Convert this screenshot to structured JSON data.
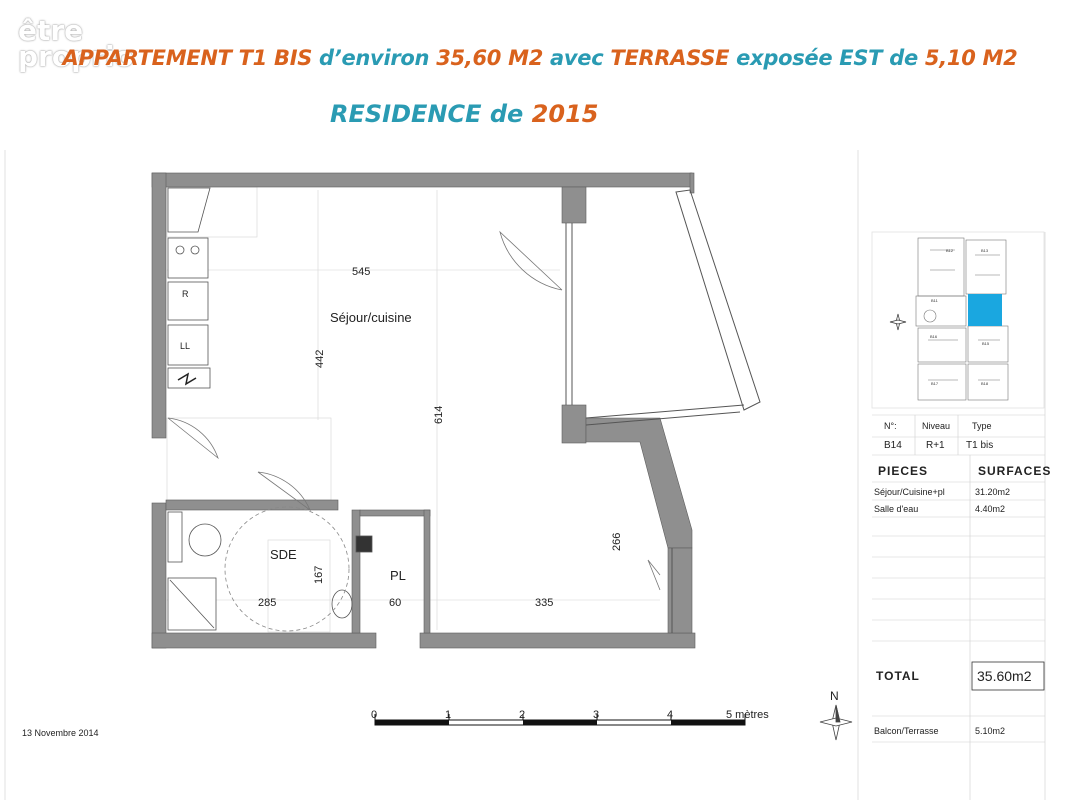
{
  "logo": {
    "line1": "être",
    "line2": "proprio"
  },
  "header": {
    "title_parts": [
      {
        "text": "APPARTEMENT T1 BIS ",
        "color": "orange"
      },
      {
        "text": "d’environ ",
        "color": "teal"
      },
      {
        "text": "35,60 M2 ",
        "color": "orange"
      },
      {
        "text": "avec ",
        "color": "teal"
      },
      {
        "text": "TERRASSE ",
        "color": "orange"
      },
      {
        "text": "exposée EST de ",
        "color": "teal"
      },
      {
        "text": "5,10 M2",
        "color": "orange"
      }
    ],
    "subtitle_parts": [
      {
        "text": "RESIDENCE de ",
        "color": "teal"
      },
      {
        "text": "2015",
        "color": "orange"
      }
    ],
    "colors": {
      "orange": "#d9621d",
      "teal": "#2a9bb3"
    }
  },
  "plan": {
    "rooms": {
      "sejour": "Séjour/cuisine",
      "sde": "SDE",
      "pl": "PL",
      "fridge": "R",
      "washer": "LL"
    },
    "dimensions": {
      "d545": "545",
      "d442": "442",
      "d614": "614",
      "d266": "266",
      "d167": "167",
      "d285": "285",
      "d60": "60",
      "d335": "335"
    }
  },
  "scale": {
    "ticks": [
      "0",
      "1",
      "2",
      "3",
      "4",
      "5 mètres"
    ],
    "north": "N"
  },
  "date": "13 Novembre 2014",
  "info_table": {
    "headers": [
      "N°:",
      "Niveau",
      "Type"
    ],
    "values": [
      "B14",
      "R+1",
      "T1 bis"
    ],
    "pieces_header": "PIECES",
    "surfaces_header": "SURFACES",
    "rows": [
      {
        "piece": "Séjour/Cuisine+pl",
        "surface": "31.20m2"
      },
      {
        "piece": "Salle d'eau",
        "surface": "4.40m2"
      }
    ],
    "total_label": "TOTAL",
    "total_value": "35.60m2",
    "balcony_label": "Balcon/Terrasse",
    "balcony_value": "5.10m2",
    "highlight_color": "#1aa7e0"
  },
  "keyplan_labels": [
    "B12",
    "B13",
    "B11",
    "B16",
    "B15",
    "B17",
    "B18"
  ]
}
